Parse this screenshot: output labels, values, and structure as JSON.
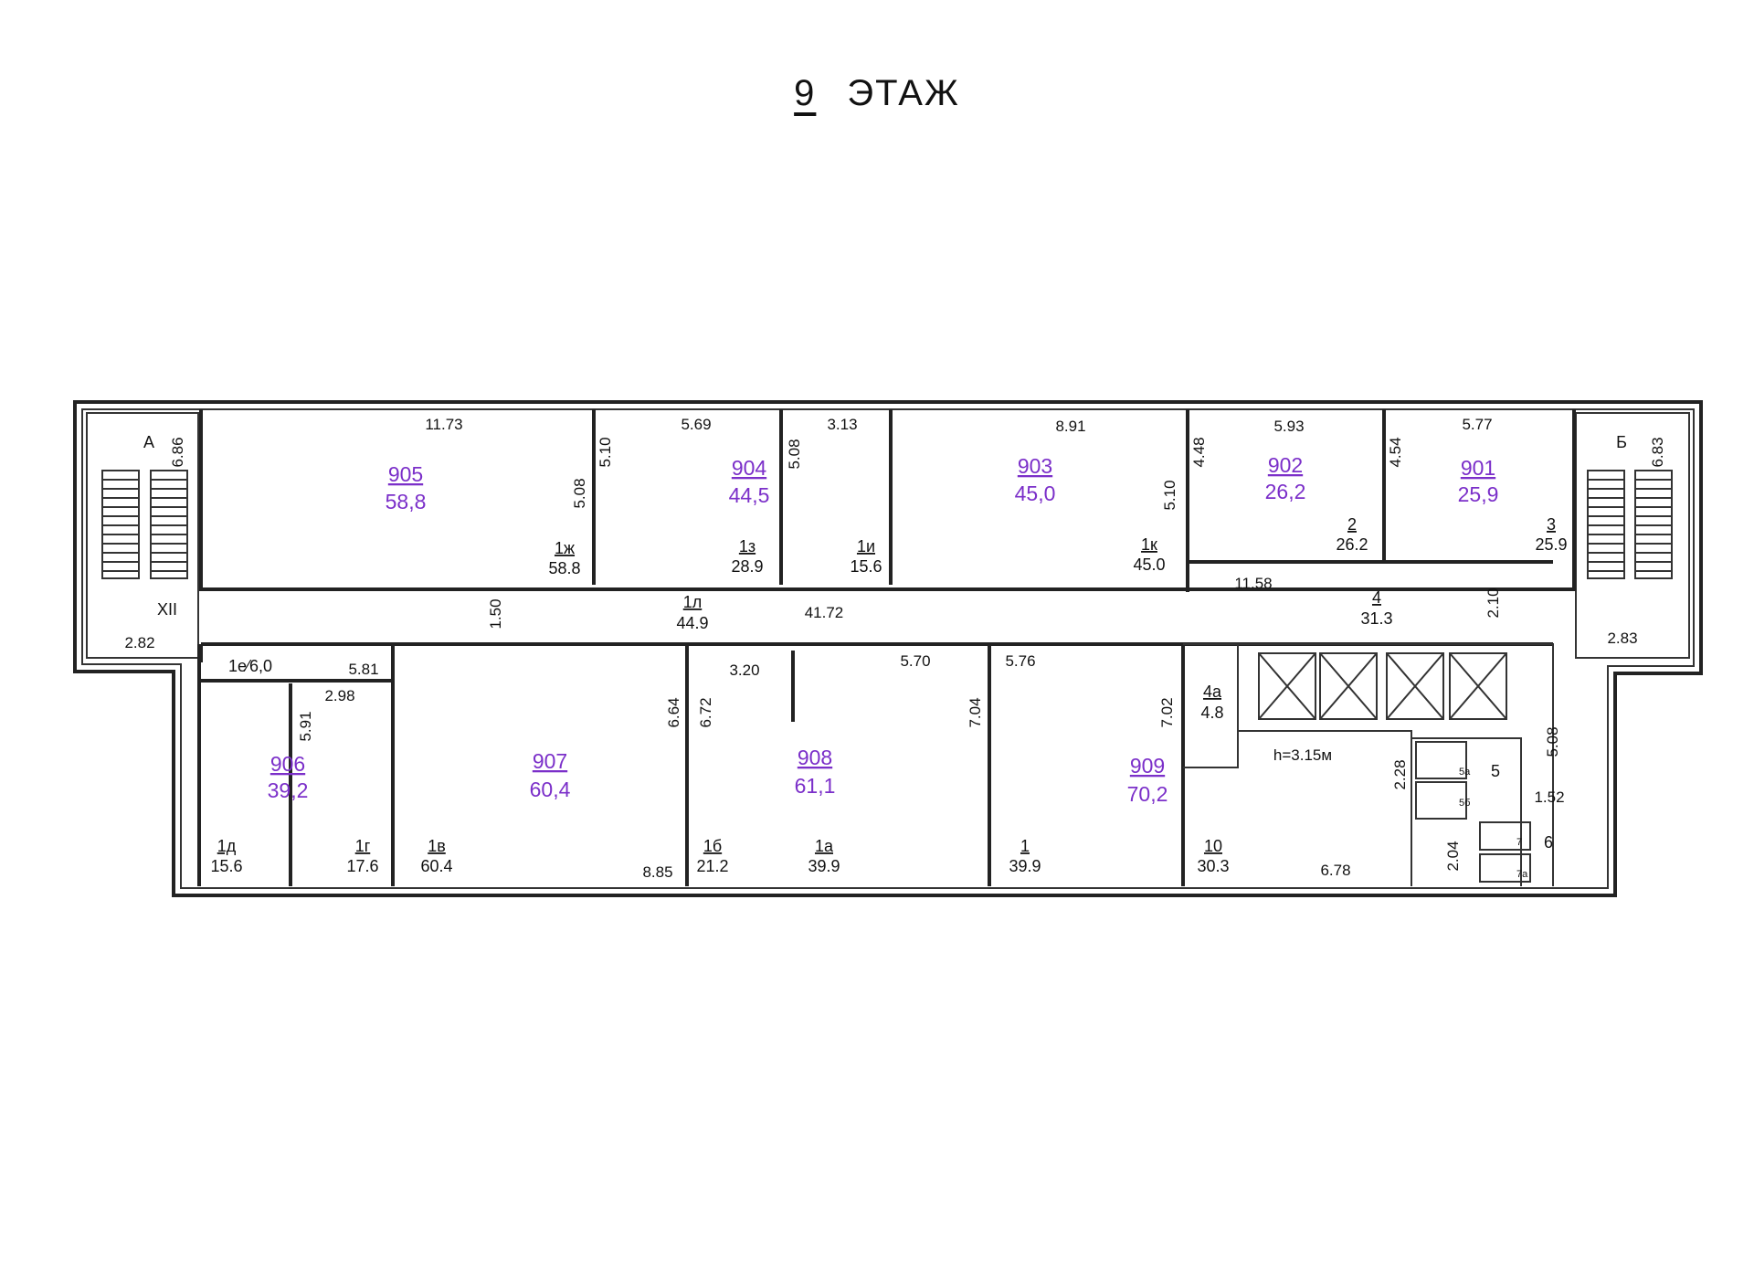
{
  "floor_title": {
    "number": "9",
    "text": "ЭТАЖ"
  },
  "offices": [
    {
      "id": "905",
      "area": "58,8"
    },
    {
      "id": "904",
      "area": "44,5"
    },
    {
      "id": "903",
      "area": "45,0"
    },
    {
      "id": "902",
      "area": "26,2"
    },
    {
      "id": "901",
      "area": "25,9"
    },
    {
      "id": "906",
      "area": "39,2"
    },
    {
      "id": "907",
      "area": "60,4"
    },
    {
      "id": "908",
      "area": "61,1"
    },
    {
      "id": "909",
      "area": "70,2"
    }
  ],
  "rooms": [
    {
      "id": "1ж",
      "area": "58.8"
    },
    {
      "id": "1з",
      "area": "28.9"
    },
    {
      "id": "1и",
      "area": "15.6"
    },
    {
      "id": "1к",
      "area": "45.0"
    },
    {
      "id": "2",
      "area": "26.2"
    },
    {
      "id": "3",
      "area": "25.9"
    },
    {
      "id": "1л",
      "area": "44.9"
    },
    {
      "id": "4",
      "area": "31.3"
    },
    {
      "id": "4а",
      "area": "4.8"
    },
    {
      "id": "1д",
      "area": "15.6"
    },
    {
      "id": "1г",
      "area": "17.6"
    },
    {
      "id": "1в",
      "area": "60.4"
    },
    {
      "id": "1б",
      "area": "21.2"
    },
    {
      "id": "1а",
      "area": "39.9"
    },
    {
      "id": "1",
      "area": "39.9"
    },
    {
      "id": "10",
      "area": "30.3"
    }
  ],
  "room_1e": "1е⁄6,0",
  "small_rooms": [
    "5",
    "6",
    "5а",
    "5б",
    "7",
    "7а"
  ],
  "dimensions": [
    "11.73",
    "5.69",
    "3.13",
    "8.91",
    "5.93",
    "5.77",
    "6.86",
    "6.83",
    "5.10",
    "5.08",
    "5.08",
    "5.10",
    "4.48",
    "4.54",
    "11.58",
    "1.50",
    "41.72",
    "2.10",
    "2.82",
    "2.83",
    "5.81",
    "2.98",
    "5.91",
    "6.64",
    "6.72",
    "3.20",
    "5.70",
    "5.76",
    "7.04",
    "7.02",
    "8.85",
    "6.78",
    "2.28",
    "2.04",
    "5.08",
    "1.52"
  ],
  "stair_labels": [
    "А",
    "Б"
  ],
  "axis_label": "XII",
  "height_note": "h=3.15м"
}
